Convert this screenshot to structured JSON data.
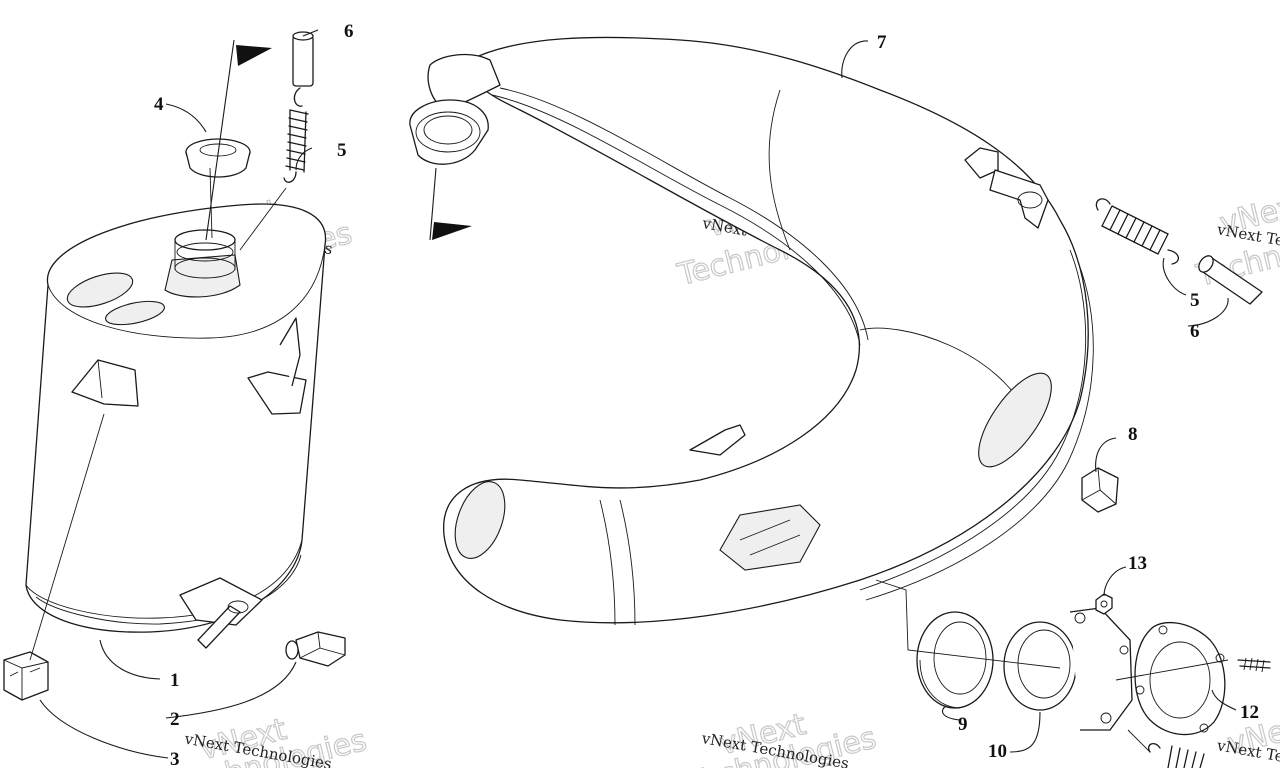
{
  "diagram": {
    "callouts": {
      "c1": "1",
      "c2": "2",
      "c3": "3",
      "c4": "4",
      "c5a": "5",
      "c5b": "5",
      "c6a": "6",
      "c6b": "6",
      "c7": "7",
      "c8": "8",
      "c9": "9",
      "c10": "10",
      "c12": "12",
      "c13": "13"
    },
    "watermark": {
      "line_text": "vNext Technologies",
      "word1": "vNext",
      "word2": "Technologies"
    }
  }
}
